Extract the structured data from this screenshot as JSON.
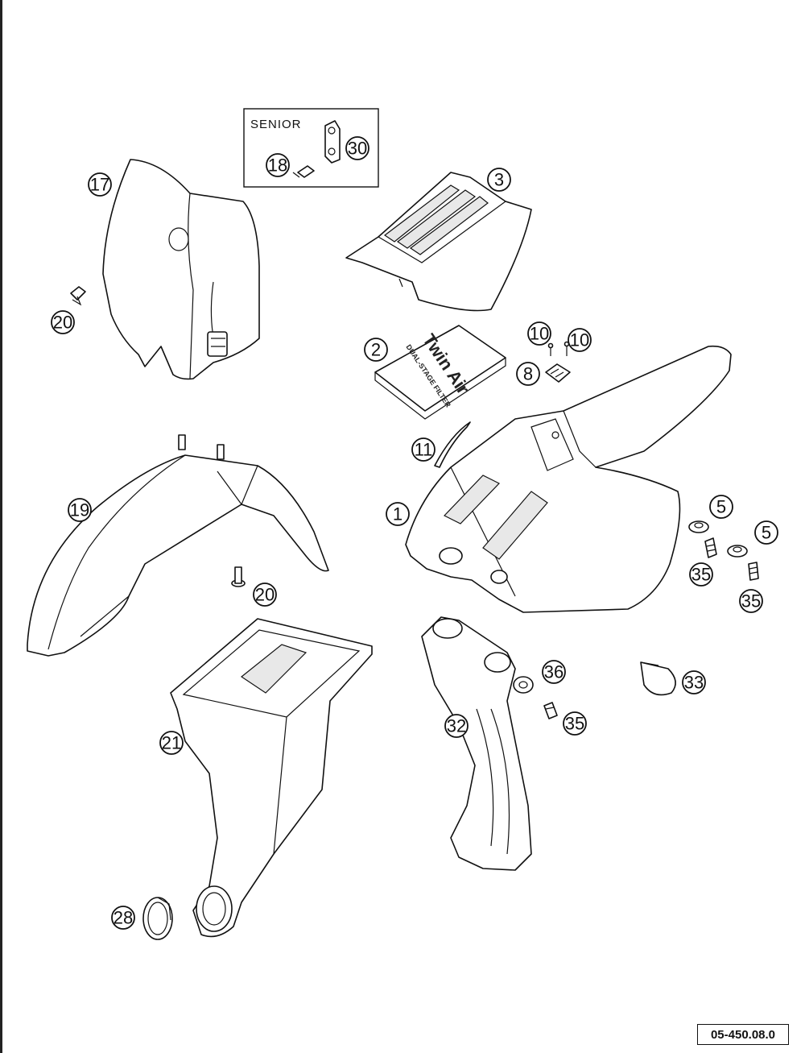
{
  "group_label": "SENIOR",
  "filter_label": {
    "brand": "Twin Air",
    "subtitle": "DUAL-STAGE FILTER"
  },
  "reference_code": "05-450.08.0",
  "callouts": [
    "17",
    "18",
    "30",
    "3",
    "20",
    "2",
    "10",
    "10",
    "8",
    "11",
    "19",
    "1",
    "5",
    "5",
    "35",
    "35",
    "20",
    "36",
    "33",
    "21",
    "32",
    "35",
    "28"
  ]
}
